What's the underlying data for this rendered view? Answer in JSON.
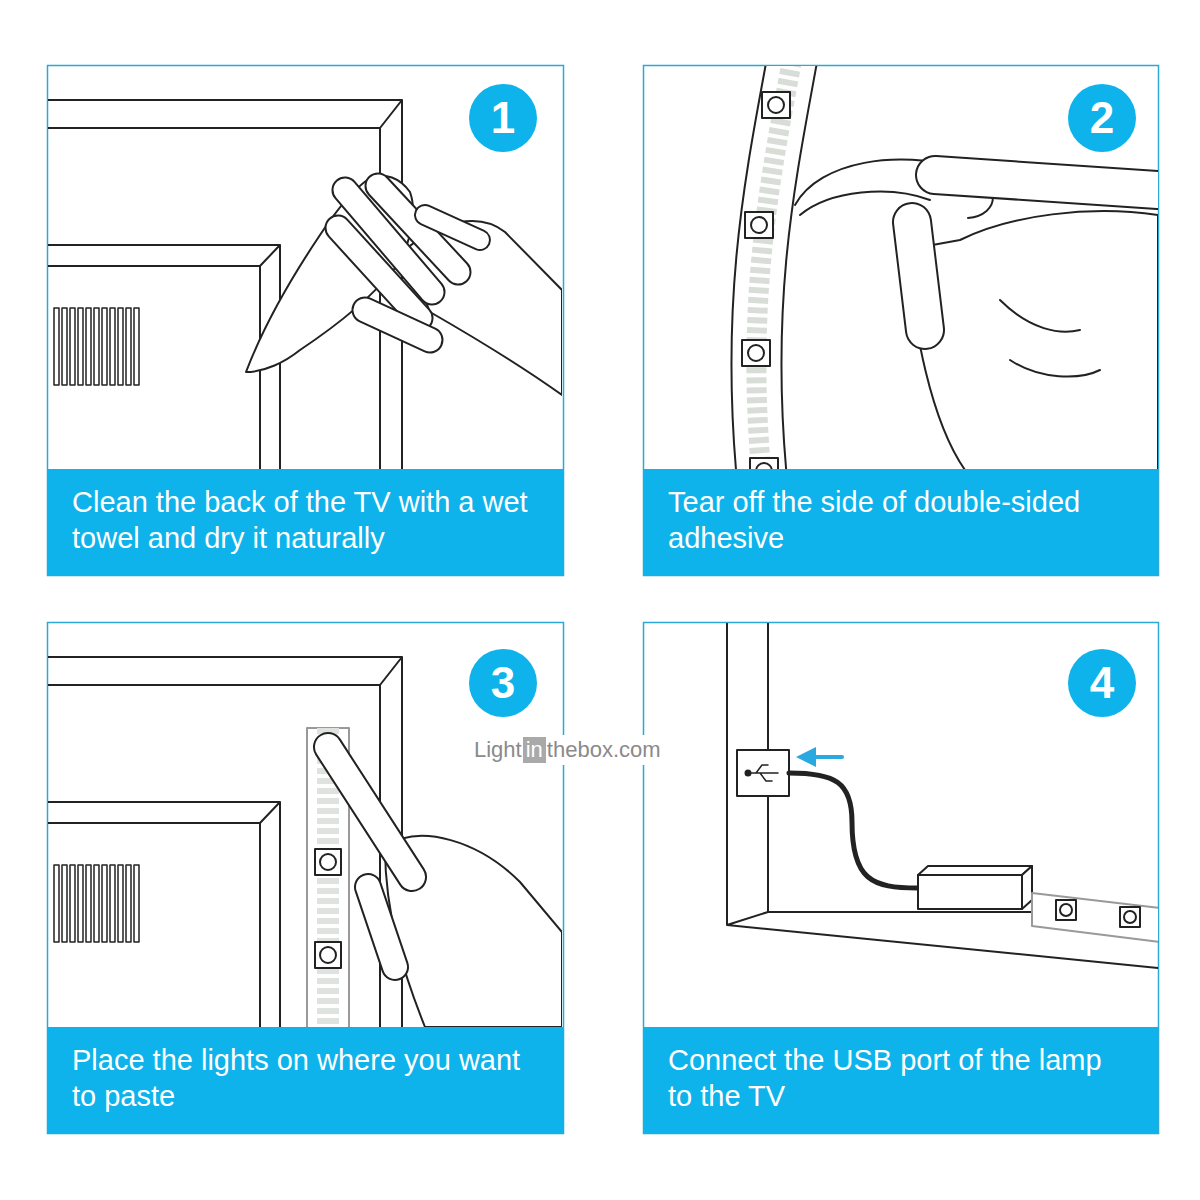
{
  "diagram": {
    "nodes": [
      {
        "text": [
          "1"
        ]
      },
      {
        "text": [
          "Clean the back of the TV with a wet towel and dry it naturally"
        ]
      },
      {
        "text": [
          "2"
        ]
      },
      {
        "text": [
          "Tear off the side of double-sided adhesive"
        ]
      },
      {
        "text": [
          "3"
        ]
      },
      {
        "text": [
          "Place the lights on where you want to paste"
        ]
      },
      {
        "text": [
          "4"
        ]
      },
      {
        "text": [
          "Connect the USB port of the lamp to the TV"
        ]
      }
    ],
    "labels": [
      "Light",
      "in",
      "thebox.com"
    ]
  }
}
